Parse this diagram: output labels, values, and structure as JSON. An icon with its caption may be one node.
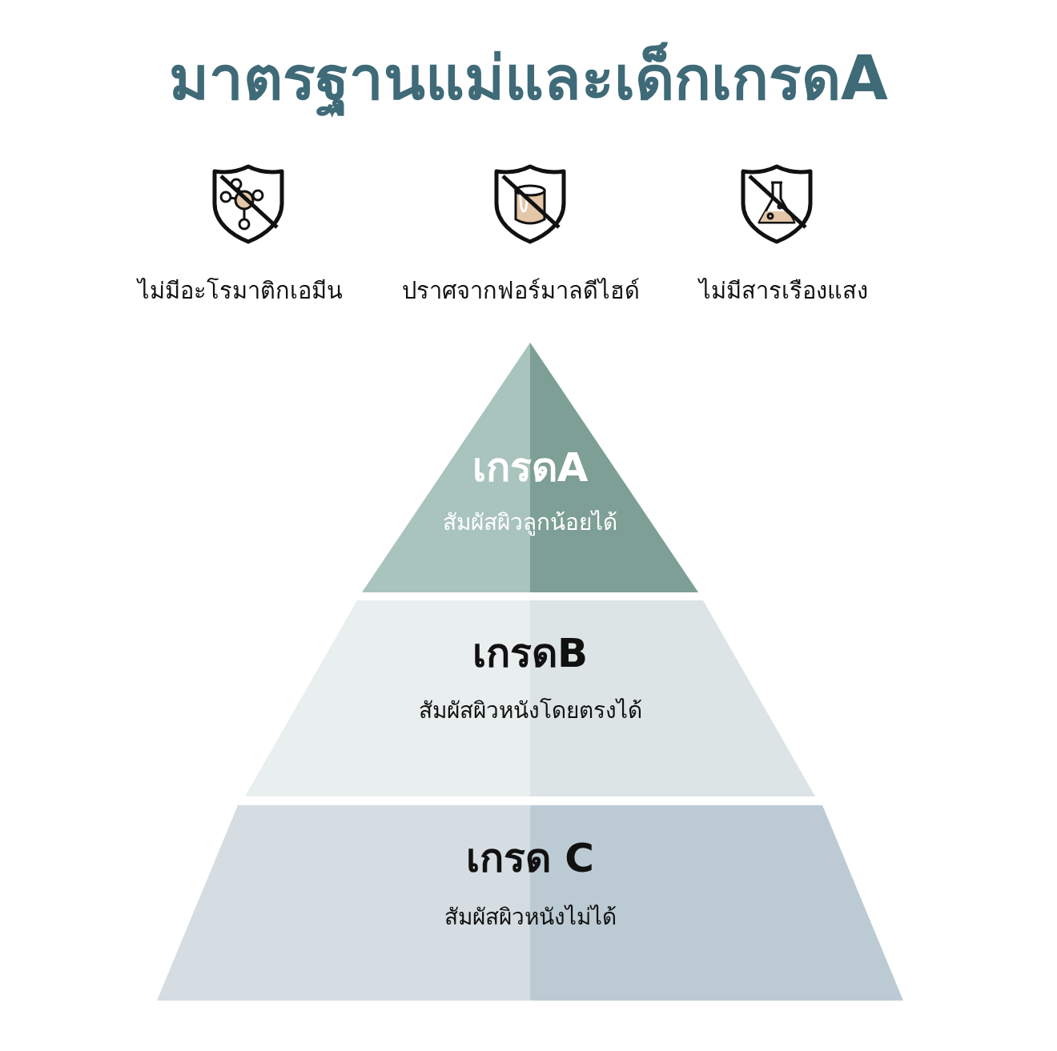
{
  "diagram": {
    "title": "มาตรฐานแม่และเด็กเกรดA",
    "nodes": [
      {
        "text": [
          "เกรดA",
          "สัมผัสผิวลูกน้อยได้"
        ]
      },
      {
        "text": [
          "เกรดB",
          "สัมผัสผิวหนังโดยตรงได้"
        ]
      },
      {
        "text": [
          "เกรด C",
          "สัมผัสผิวหนังไม่ได้"
        ]
      }
    ],
    "labels": [
      "ไม่มีอะโรมาติกเอมีน",
      "ปราศจากฟอร์มาลดีไฮด์",
      "ไม่มีสารเรืองแสง"
    ]
  }
}
